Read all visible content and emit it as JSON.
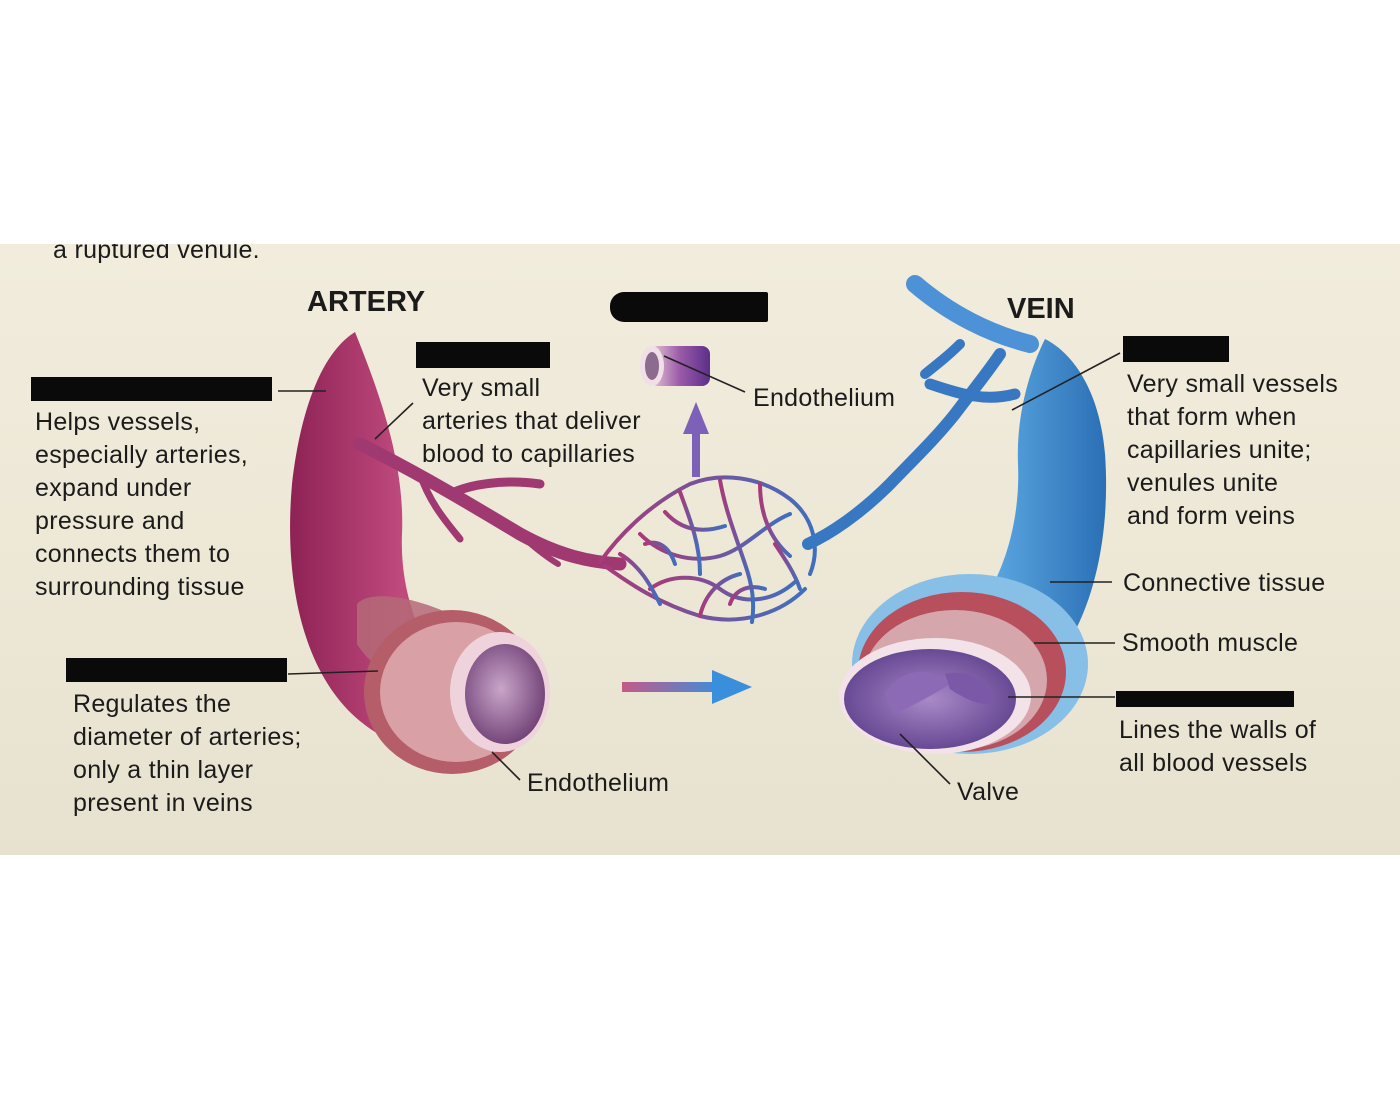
{
  "top_caption": "a ruptured venule.",
  "headings": {
    "artery": "ARTERY",
    "vein": "VEIN"
  },
  "labels": {
    "connective_desc": [
      "Helps vessels,",
      "especially arteries,",
      "expand under",
      "pressure and",
      "connects them to",
      "surrounding tissue"
    ],
    "arteriole_desc": [
      "Very small",
      "arteries that deliver",
      "blood to capillaries"
    ],
    "capillary_endothelium": "Endothelium",
    "smooth_muscle_desc": [
      "Regulates the",
      "diameter of arteries;",
      "only a thin layer",
      "present in veins"
    ],
    "artery_endothelium": "Endothelium",
    "venule_desc": [
      "Very small vessels",
      "that form when",
      "capillaries unite;",
      "venules unite",
      "and form veins"
    ],
    "vein_connective": "Connective tissue",
    "vein_smooth_muscle": "Smooth muscle",
    "endothelium_desc": [
      "Lines the walls of",
      "all blood vessels"
    ],
    "valve": "Valve"
  },
  "colors": {
    "artery": "#b0386e",
    "vein": "#3c86c8",
    "capillary_artery_side": "#a83a7a",
    "capillary_vein_side": "#3f6fbe",
    "page_background": "#eee8d8",
    "redaction": "#0a0a0a"
  }
}
